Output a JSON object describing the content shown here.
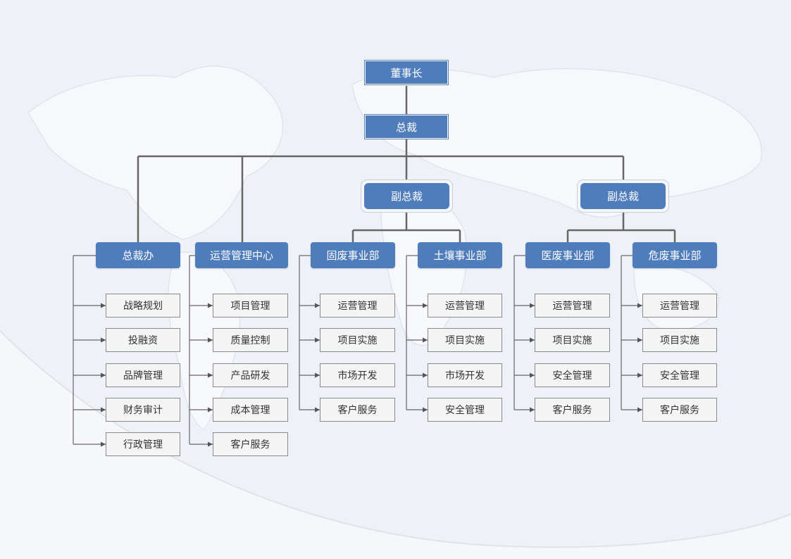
{
  "chairman": "董事长",
  "president": "总裁",
  "vice_presidents": [
    "副总裁",
    "副总裁"
  ],
  "departments": [
    {
      "name": "总裁办",
      "items": [
        "战略规划",
        "投融资",
        "品牌管理",
        "财务审计",
        "行政管理"
      ]
    },
    {
      "name": "运营管理中心",
      "items": [
        "项目管理",
        "质量控制",
        "产品研发",
        "成本管理",
        "客户服务"
      ]
    },
    {
      "name": "固废事业部",
      "items": [
        "运营管理",
        "项目实施",
        "市场开发",
        "客户服务"
      ]
    },
    {
      "name": "土壤事业部",
      "items": [
        "运营管理",
        "项目实施",
        "市场开发",
        "安全管理"
      ]
    },
    {
      "name": "医废事业部",
      "items": [
        "运营管理",
        "项目实施",
        "安全管理",
        "客户服务"
      ]
    },
    {
      "name": "危废事业部",
      "items": [
        "运营管理",
        "项目实施",
        "安全管理",
        "客户服务"
      ]
    }
  ],
  "colors": {
    "node_fill": "#4f7dbb",
    "line": "#666666",
    "background": "#eef1f7"
  }
}
